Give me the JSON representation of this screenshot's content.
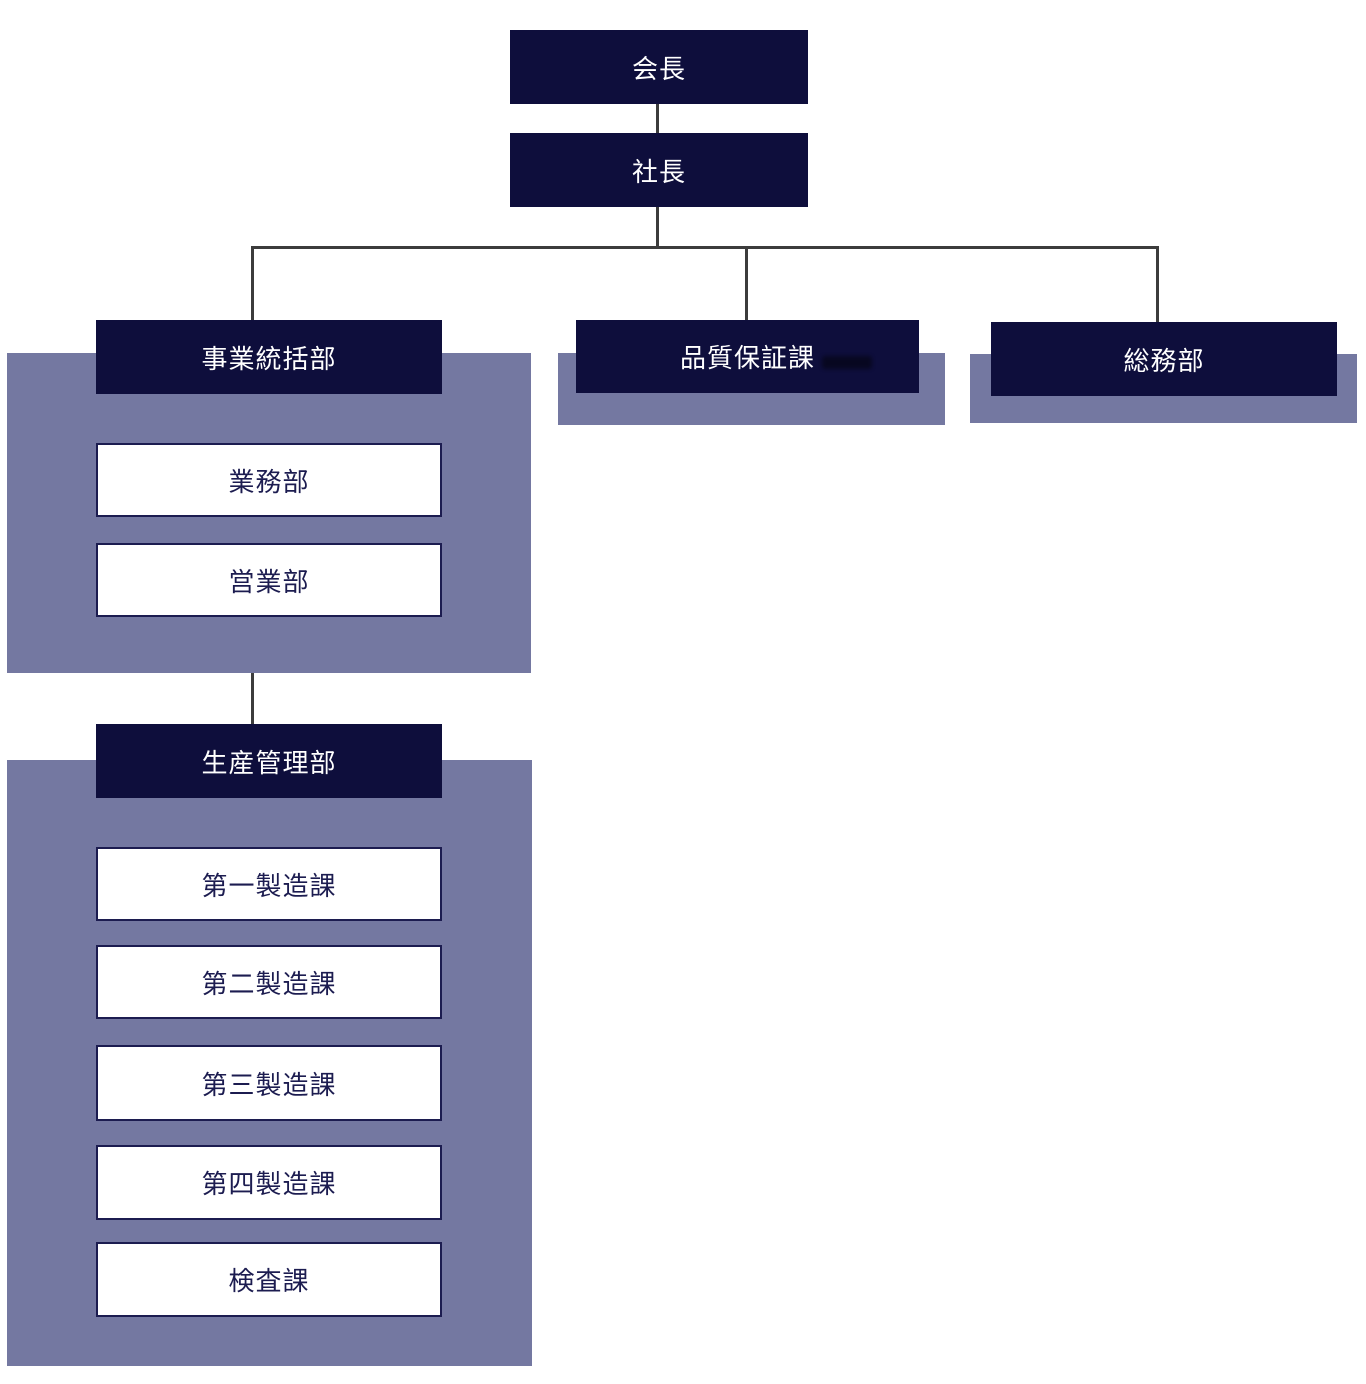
{
  "diagram": {
    "type": "org-chart",
    "language": "ja",
    "nodes": {
      "chairman": "会長",
      "president": "社長",
      "business_management": "事業統括部",
      "quality_assurance": "品質保証課",
      "general_affairs": "総務部",
      "operations": "業務部",
      "sales": "営業部",
      "production_management": "生産管理部",
      "manufacturing_1": "第一製造課",
      "manufacturing_2": "第二製造課",
      "manufacturing_3": "第三製造課",
      "manufacturing_4": "第四製造課",
      "inspection": "検査課"
    },
    "edges": [
      {
        "from": "chairman",
        "to": "president"
      },
      {
        "from": "president",
        "to": "business_management"
      },
      {
        "from": "president",
        "to": "quality_assurance"
      },
      {
        "from": "president",
        "to": "general_affairs"
      },
      {
        "from": "business_management",
        "to": "operations"
      },
      {
        "from": "business_management",
        "to": "sales"
      },
      {
        "from": "business_management",
        "to": "production_management"
      },
      {
        "from": "production_management",
        "to": "manufacturing_1"
      },
      {
        "from": "production_management",
        "to": "manufacturing_2"
      },
      {
        "from": "production_management",
        "to": "manufacturing_3"
      },
      {
        "from": "production_management",
        "to": "manufacturing_4"
      },
      {
        "from": "production_management",
        "to": "inspection"
      }
    ],
    "colors": {
      "header_box": "#0E0E3C",
      "header_text": "#FFFFFF",
      "group_panel": "#7478A1",
      "child_box_bg": "#FFFFFF",
      "child_box_border": "#1C1C50",
      "child_text": "#1C1C50",
      "connector": "#3C3C3C",
      "background": "#FFFFFF"
    }
  }
}
